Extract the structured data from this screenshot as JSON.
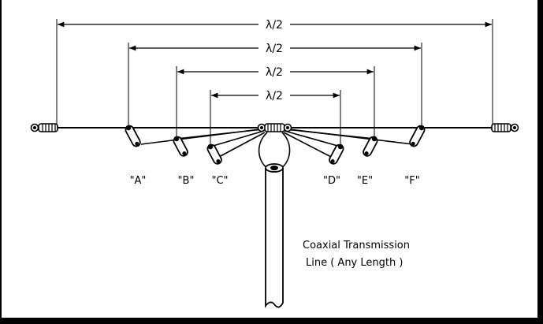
{
  "dimensions": [
    {
      "id": "outer",
      "label": "λ/2"
    },
    {
      "id": "second",
      "label": "λ/2"
    },
    {
      "id": "third",
      "label": "λ/2"
    },
    {
      "id": "inner",
      "label": "λ/2"
    }
  ],
  "tap_points": [
    "\"A\"",
    "\"B\"",
    "\"C\"",
    "\"D\"",
    "\"E\"",
    "\"F\""
  ],
  "cable_label": {
    "line1": "Coaxial Transmission",
    "line2": "Line ( Any Length )"
  }
}
